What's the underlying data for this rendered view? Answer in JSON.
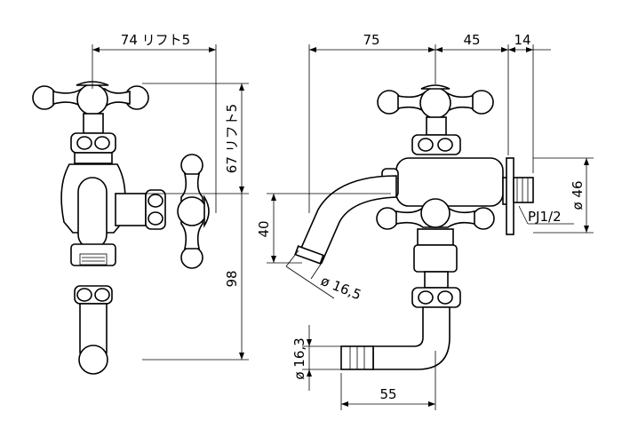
{
  "dimensions": {
    "top_width_left": "74 リフト5",
    "height_lift": "67 リフト5",
    "total_height": "98",
    "top_right_a": "75",
    "top_right_b": "45",
    "top_right_c": "14",
    "drop_40": "40",
    "phi_165": "ø 16,5",
    "phi_46": "ø 46",
    "pj": "PJ1/2",
    "phi_163": "ø 16,3",
    "bottom_55": "55"
  },
  "colors": {
    "line": "#000000",
    "background": "#ffffff"
  }
}
